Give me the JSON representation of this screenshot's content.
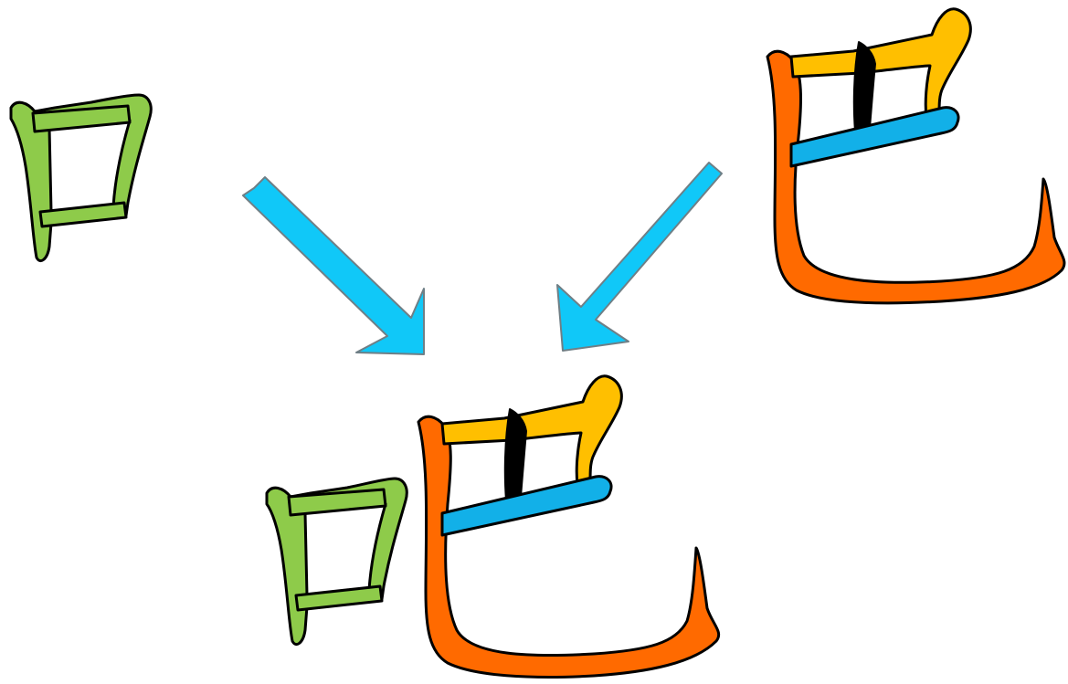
{
  "diagram": {
    "components": [
      {
        "id": "kou",
        "char": "口",
        "strokes": [
          {
            "name": "kou-box-stroke",
            "color": "#8ecb4a"
          }
        ]
      },
      {
        "id": "ba",
        "char": "巴",
        "strokes": [
          {
            "name": "ba-hook-stroke",
            "color": "#ff6a00"
          },
          {
            "name": "ba-top-stroke",
            "color": "#ffbf00"
          },
          {
            "name": "ba-vertical-stroke",
            "color": "#000000"
          },
          {
            "name": "ba-horizontal-stroke",
            "color": "#12b0e8"
          }
        ]
      }
    ],
    "result": {
      "char": "吧",
      "composed_of": [
        "kou",
        "ba"
      ]
    },
    "arrows": {
      "color": "#10c8f8",
      "from": [
        "kou",
        "ba"
      ],
      "to": "result"
    }
  }
}
